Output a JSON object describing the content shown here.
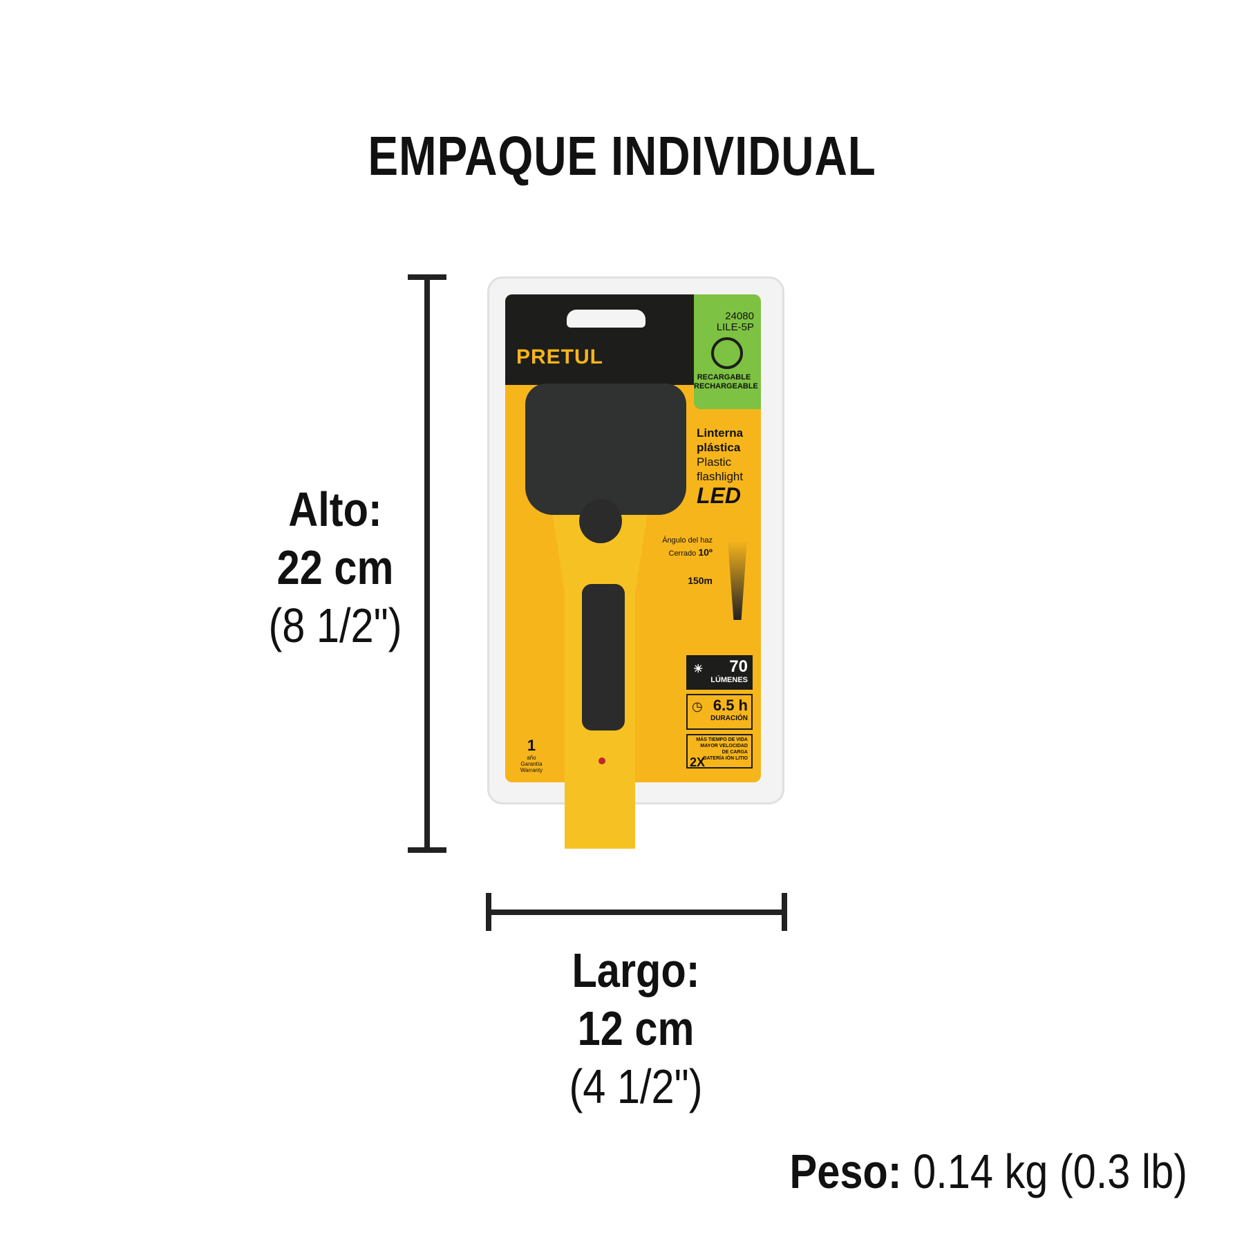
{
  "title": "EMPAQUE INDIVIDUAL",
  "height": {
    "label": "Alto:",
    "metric": "22 cm",
    "imperial": "(8 1/2\")"
  },
  "length": {
    "label": "Largo:",
    "metric": "12 cm",
    "imperial": "(4 1/2\")"
  },
  "weight": {
    "label": "Peso:",
    "value": "0.14 kg (0.3 lb)"
  },
  "package": {
    "brand": "PRETUL",
    "code": "24080",
    "model": "LILE-5P",
    "recharge_es": "RECARGABLE",
    "recharge_en": "RECHARGEABLE",
    "name_es_1": "Linterna",
    "name_es_2": "plástica",
    "name_en_1": "Plastic",
    "name_en_2": "flashlight",
    "type": "LED",
    "beam_label": "Ángulo del haz",
    "beam_closed": "Cerrado",
    "beam_angle": "10º",
    "beam_distance": "150m",
    "lumens": "70",
    "lumens_label": "LÚMENES",
    "duration": "6.5 h",
    "duration_label": "DURACIÓN",
    "battery_mult": "2X",
    "battery_l1": "MÁS TIEMPO DE VIDA",
    "battery_l2": "MAYOR VELOCIDAD",
    "battery_l3": "DE CARGA",
    "battery_l4": "BATERÍA IÓN LITIO",
    "warranty_years": "1",
    "warranty_unit": "año",
    "warranty_es": "Garantía",
    "warranty_en": "Warranty"
  },
  "colors": {
    "brand_yellow": "#f7b51c",
    "green": "#7dc242",
    "dark": "#1d1d1b"
  }
}
